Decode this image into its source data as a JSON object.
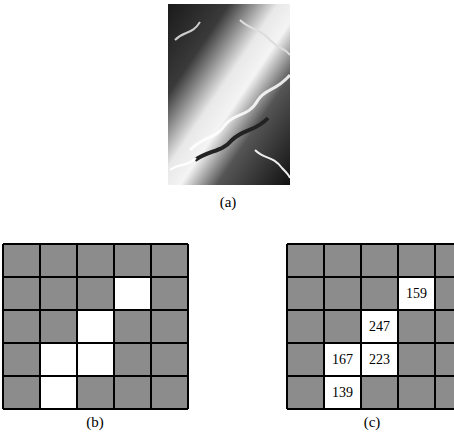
{
  "diagram": {
    "labels": [
      "(a)",
      "159",
      "247",
      "167",
      "223",
      "139",
      "(b)",
      "(c)"
    ]
  }
}
